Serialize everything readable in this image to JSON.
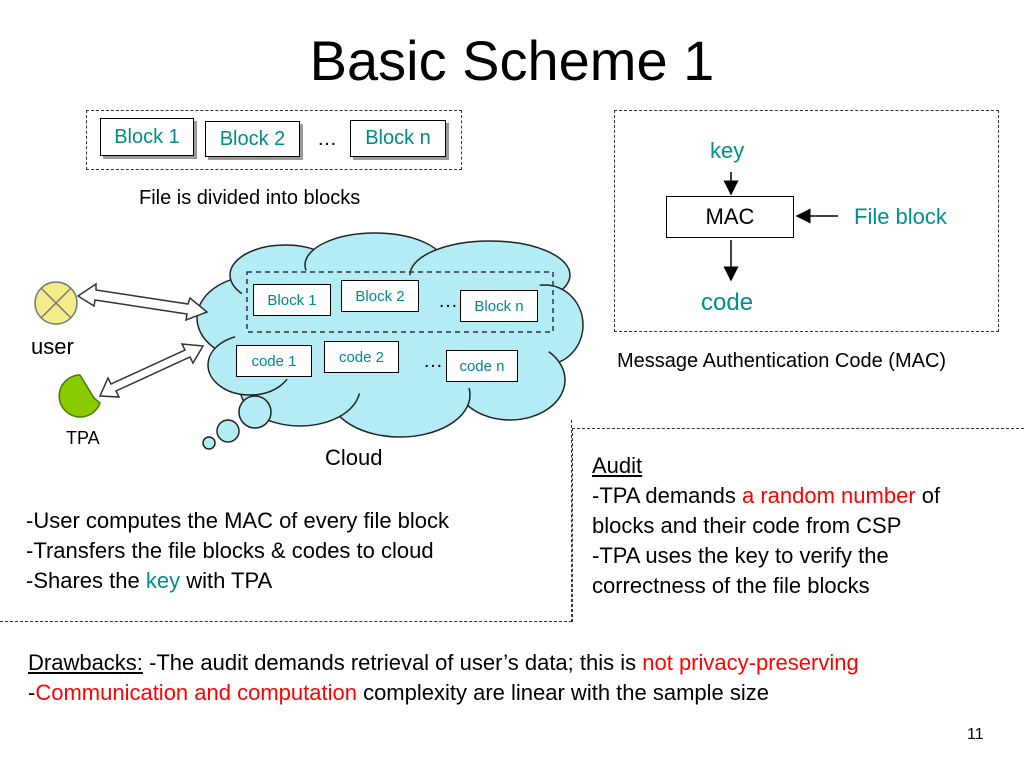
{
  "title": "Basic Scheme 1",
  "top_blocks": {
    "b1": "Block 1",
    "b2": "Block 2",
    "ellipsis": "…",
    "bn": "Block n"
  },
  "top_caption": "File is divided into blocks",
  "mac_diagram": {
    "key": "key",
    "mac": "MAC",
    "file_block": "File block",
    "code": "code",
    "caption": "Message Authentication Code (MAC)"
  },
  "cloud": {
    "blocks": {
      "b1": "Block 1",
      "b2": "Block 2",
      "ellipsis": "…",
      "bn": "Block n"
    },
    "codes": {
      "c1": "code 1",
      "c2": "code 2",
      "ellipsis": "…",
      "cn": "code n"
    },
    "label": "Cloud"
  },
  "actors": {
    "user": "user",
    "tpa": "TPA"
  },
  "left_notes": [
    "-User computes the MAC of every file block",
    "-Transfers the file blocks & codes to cloud"
  ],
  "left_note3": {
    "pre": "-Shares the ",
    "key": "key",
    "post": " with TPA"
  },
  "audit": {
    "heading": "Audit",
    "l1_pre": "-TPA demands ",
    "l1_red": "a random number",
    "l1_post": " of",
    "l2": "blocks and their code from CSP",
    "l3": "-TPA uses the key to verify the",
    "l4": "correctness of the file blocks"
  },
  "drawbacks": {
    "label": "Drawbacks:",
    "l1_mid": " -The audit demands retrieval of user’s data; this is ",
    "l1_red": "not privacy-preserving",
    "l2_pre": "-",
    "l2_red": "Communication and computation",
    "l2_post": " complexity are linear with the sample size"
  },
  "page_number": "11",
  "colors": {
    "teal": "#009090",
    "red": "#ff0000",
    "cloud_fill": "#b3ecf4",
    "user_fill": "#f4ec8a",
    "tpa_fill": "#88cc00"
  }
}
